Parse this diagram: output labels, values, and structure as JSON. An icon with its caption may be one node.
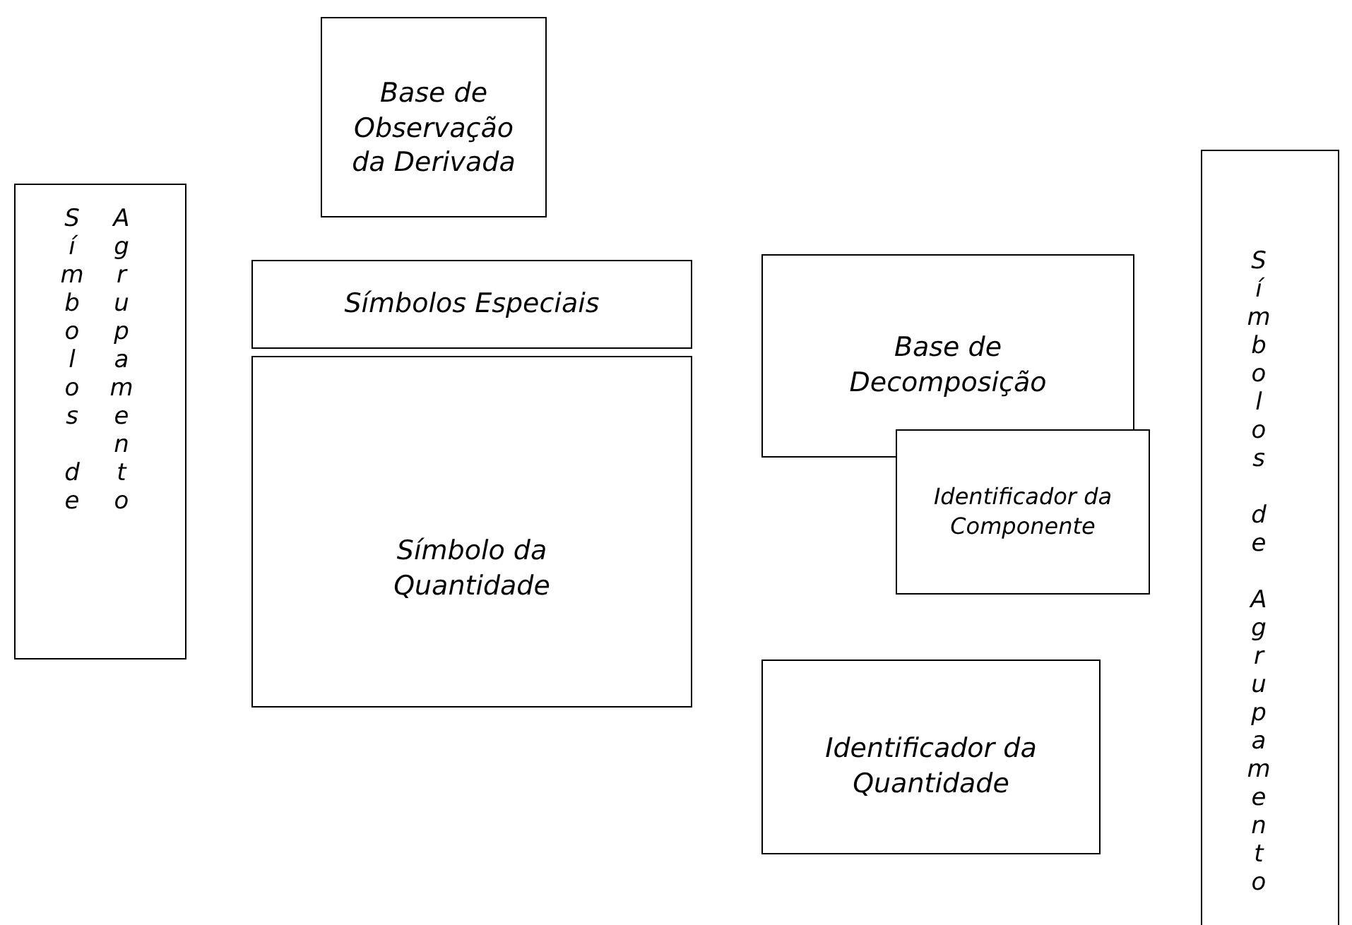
{
  "diagram": {
    "nodes": [
      {
        "text": [
          "Base de Observação da Derivada"
        ]
      },
      {
        "text": [
          "Símbolos de Agrupamento"
        ]
      },
      {
        "text": [
          "Símbolos Especiais"
        ]
      },
      {
        "text": [
          "Símbolo da Quantidade"
        ]
      },
      {
        "text": [
          "Base de Decomposição"
        ]
      },
      {
        "text": [
          "Identificador da Componente"
        ]
      },
      {
        "text": [
          "Identificador da Quantidade"
        ]
      },
      {
        "text": [
          "Símbolos de Agrupamento"
        ]
      }
    ]
  }
}
